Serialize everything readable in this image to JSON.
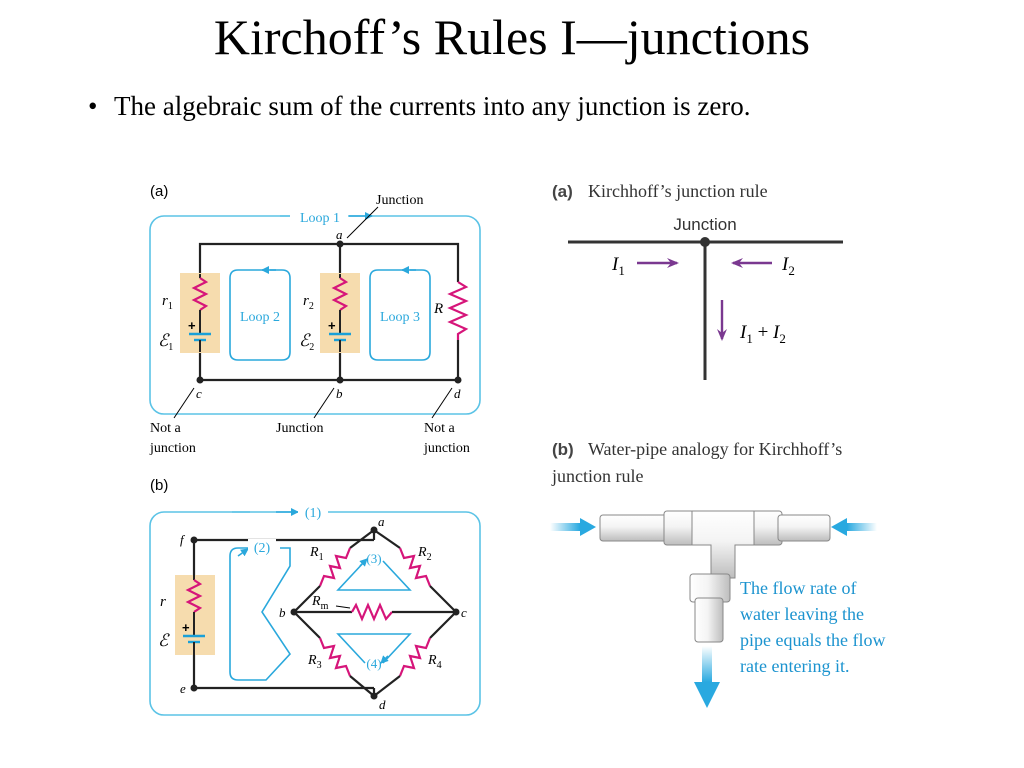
{
  "slide": {
    "title": "Kirchoff’s Rules I—junctions",
    "bullet_glyph": "•",
    "bullet": "The algebraic sum of the currents into any junction is zero."
  },
  "circuit_a": {
    "panel_label": "(a)",
    "junction_label": "Junction",
    "loop1": "Loop 1",
    "loop2": "Loop 2",
    "loop3": "Loop 3",
    "node_a": "a",
    "node_b": "b",
    "node_c": "c",
    "node_d": "d",
    "r1": "r",
    "r1_sub": "1",
    "emf1": "ℰ",
    "emf1_sub": "1",
    "r2": "r",
    "r2_sub": "2",
    "emf2": "ℰ",
    "emf2_sub": "2",
    "R": "R",
    "plus": "+",
    "not_junction_left_1": "Not a",
    "not_junction_left_2": "junction",
    "junction_bottom": "Junction",
    "not_junction_right_1": "Not a",
    "not_junction_right_2": "junction"
  },
  "circuit_b": {
    "panel_label": "(b)",
    "loop1": "(1)",
    "loop2": "(2)",
    "loop3": "(3)",
    "loop4": "(4)",
    "node_a": "a",
    "node_b": "b",
    "node_c": "c",
    "node_d": "d",
    "node_e": "e",
    "node_f": "f",
    "R1": "R",
    "R1_sub": "1",
    "R2": "R",
    "R2_sub": "2",
    "R3": "R",
    "R3_sub": "3",
    "R4": "R",
    "R4_sub": "4",
    "Rm": "R",
    "Rm_sub": "m",
    "r": "r",
    "emf": "ℰ",
    "plus": "+"
  },
  "junction_rule": {
    "panel_label": "(a)",
    "caption": "Kirchhoff’s junction rule",
    "junction_label": "Junction",
    "i1": "I",
    "i1_sub": "1",
    "i2": "I",
    "i2_sub": "2",
    "sum_i1": "I",
    "sum_i1_sub": "1",
    "sum_plus": " + ",
    "sum_i2": "I",
    "sum_i2_sub": "2"
  },
  "pipe": {
    "panel_label": "(b)",
    "caption_line1": "Water-pipe analogy for Kirchhoff’s",
    "caption_line2": "junction rule",
    "note_line1": "The flow rate of",
    "note_line2": "water leaving the",
    "note_line3": "pipe equals the flow",
    "note_line4": "rate entering it."
  },
  "colors": {
    "panel_border": "#5bc3e6",
    "loop_arrow": "#2aa8dc",
    "resistor": "#d6157a",
    "battery_bg": "#f6dcae",
    "wire": "#222222",
    "current_arrow": "#7a3890",
    "pipe_note": "#1b93cf",
    "water": "#29a9e0"
  }
}
